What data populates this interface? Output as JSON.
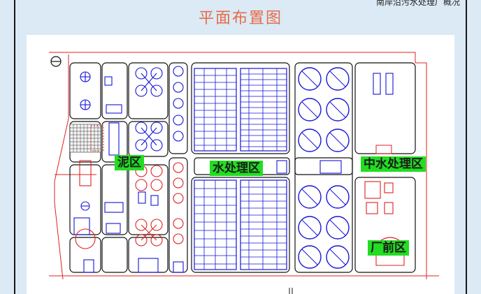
{
  "header": {
    "title": "平面布置图",
    "top_right_text": "南岸沿污水处理厂概况"
  },
  "zones": {
    "sludge": "泥区",
    "water": "水处理区",
    "reclaimed": "中水处理区",
    "front": "厂前区"
  },
  "colors": {
    "title": "#e66a4a",
    "zone_bg": "#22dd22",
    "panel_bg": "#dbeaf5",
    "blue_lines": "#1515d8",
    "red_lines": "#e02020"
  }
}
